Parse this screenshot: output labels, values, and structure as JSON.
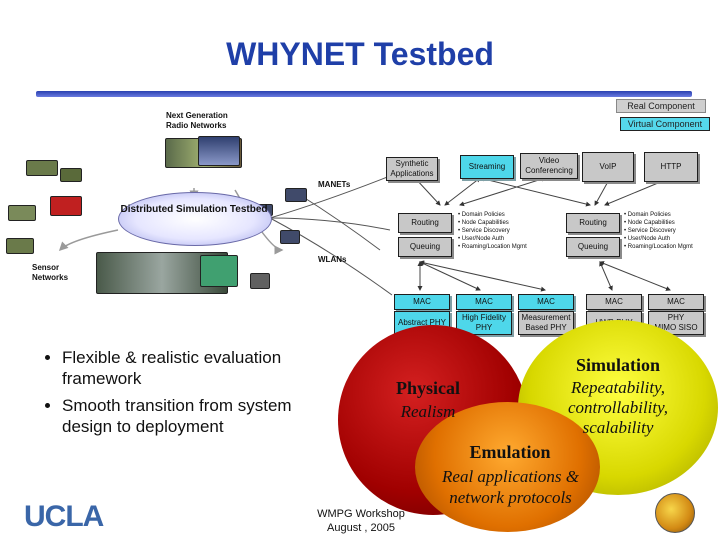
{
  "title": "WHYNET Testbed",
  "legend": {
    "real": "Real Component",
    "virtual": "Virtual Component"
  },
  "diagram": {
    "hub": "Distributed Simulation Testbed",
    "networks": [
      "Next Generation Radio Networks",
      "MANETs",
      "WLANs",
      "Sensor Networks"
    ],
    "apps": [
      "Synthetic Applications",
      "Streaming",
      "Video Conferencing",
      "VoIP",
      "HTTP"
    ],
    "left_stack": [
      "Routing",
      "Queuing"
    ],
    "right_stack": [
      "Routing",
      "Queuing"
    ],
    "bullets_left": [
      "• Domain Policies",
      "• Node Capabilities",
      "• Service Discovery",
      "• User/Node Auth",
      "• Roaming/Location Mgmt"
    ],
    "bullets_right": [
      "• Domain Policies",
      "• Node Capabilities",
      "• Service Discovery",
      "• User/Node Auth",
      "• Roaming/Location Mgmt"
    ],
    "mac_boxes": [
      "MAC",
      "MAC",
      "MAC",
      "MAC",
      "MAC"
    ],
    "phy_boxes": [
      "Abstract PHY",
      "High Fidelity PHY",
      "Measurement Based PHY",
      "UWB PHY"
    ],
    "phy_extra": {
      "label": "PHY",
      "mimo": "MIMO",
      "siso": "SISO"
    }
  },
  "bullets": [
    "Flexible & realistic evaluation framework",
    "Smooth transition from system design to deployment"
  ],
  "circles": {
    "physical": {
      "title": "Physical",
      "sub": "Realism"
    },
    "simulation": {
      "title": "Simulation",
      "sub": "Repeatability, controllability, scalability"
    },
    "emulation": {
      "title": "Emulation",
      "sub": "Real applications & network protocols"
    }
  },
  "footer": {
    "line1": "WMPG Workshop",
    "line2": "August , 2005"
  },
  "logo": "UCLA"
}
